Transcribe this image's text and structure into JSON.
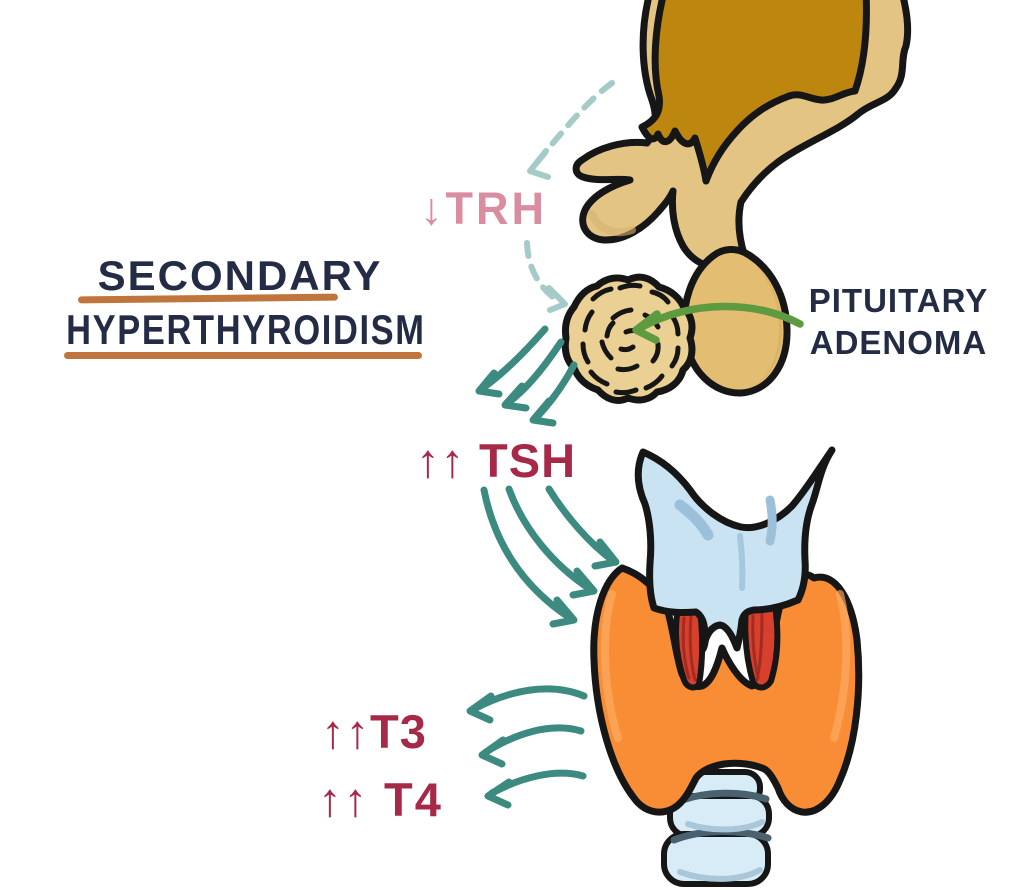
{
  "title": {
    "line1": "SECONDARY",
    "line2": "HYPERTHYROIDISM"
  },
  "hormone_labels": {
    "trh_label": "↓TRH",
    "tsh_label": "↑↑ TSH",
    "t3_label": "↑↑T3",
    "t4_label": "↑↑ T4"
  },
  "annotations": {
    "pituitary_adenoma_line1": "PITUITARY",
    "pituitary_adenoma_line2": "ADENOMA"
  },
  "colors": {
    "navy": "#242c45",
    "underline_orange": "#c0753d",
    "pink": "#da8da1",
    "crimson": "#a72948",
    "teal": "#3d8a80",
    "pale_teal": "#a5cbc8",
    "green": "#5e9a3f",
    "cream": "#e4c482",
    "brown": "#bd870f",
    "pituitary_tan": "#e2bd72",
    "adenoma_tan": "#ebd093",
    "thyroid_orange": "#f88d35",
    "cartilage_blue": "#c9e3f3",
    "cartilage_shade": "#9dc0da",
    "muscle_red": "#d8402e",
    "trachea_blue": "#d8ecf8",
    "outline_black": "#161616"
  }
}
